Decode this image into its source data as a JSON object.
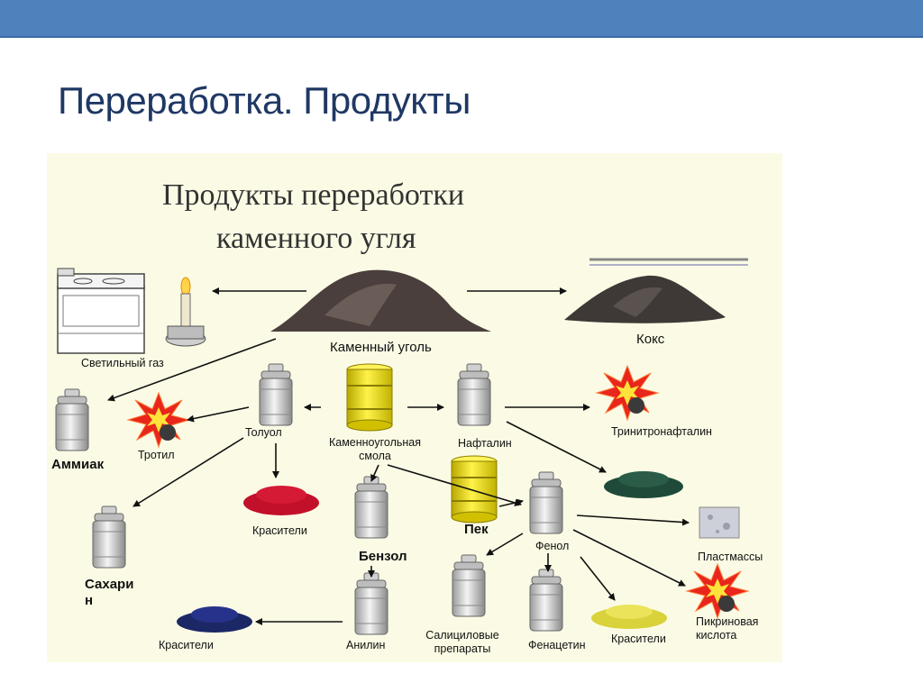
{
  "slide": {
    "title": "Переработка. Продукты"
  },
  "figure": {
    "title_line1": "Продукты переработки",
    "title_line2": "каменного угля"
  },
  "nodes": {
    "coal": "Каменный уголь",
    "coke": "Кокс",
    "gas": "Светильный газ",
    "ammonia": "Аммиак",
    "trotyl": "Тротил",
    "toluene": "Толуол",
    "tar_line1": "Каменноугольная",
    "tar_line2": "смола",
    "naphthalene": "Нафталин",
    "trinitronaphthalene": "Тринитронафталин",
    "dyes_red": "Красители",
    "benzene": "Бензол",
    "pitch": "Пек",
    "phenol": "Фенол",
    "plastics": "Пластмассы",
    "saccharin_line1": "Сахари",
    "saccharin_line2": "н",
    "dyes_blue": "Красители",
    "aniline": "Анилин",
    "salicylic_line1": "Салициловые",
    "salicylic_line2": "препараты",
    "phenacetin": "Фенацетин",
    "dyes_yellow": "Красители",
    "picric_line1": "Пикриновая",
    "picric_line2": "кислота"
  },
  "colors": {
    "topbar": "#4f81bd",
    "title": "#1f3864",
    "panel": "#fbfbe5",
    "coal": "#4a3f3c",
    "barrel": "#e6d800",
    "dye_red": "#c3102a",
    "dye_green": "#1f4a3a",
    "dye_blue": "#1c2766",
    "dye_yellow": "#d9d23a",
    "explosion": "#e8261b"
  }
}
